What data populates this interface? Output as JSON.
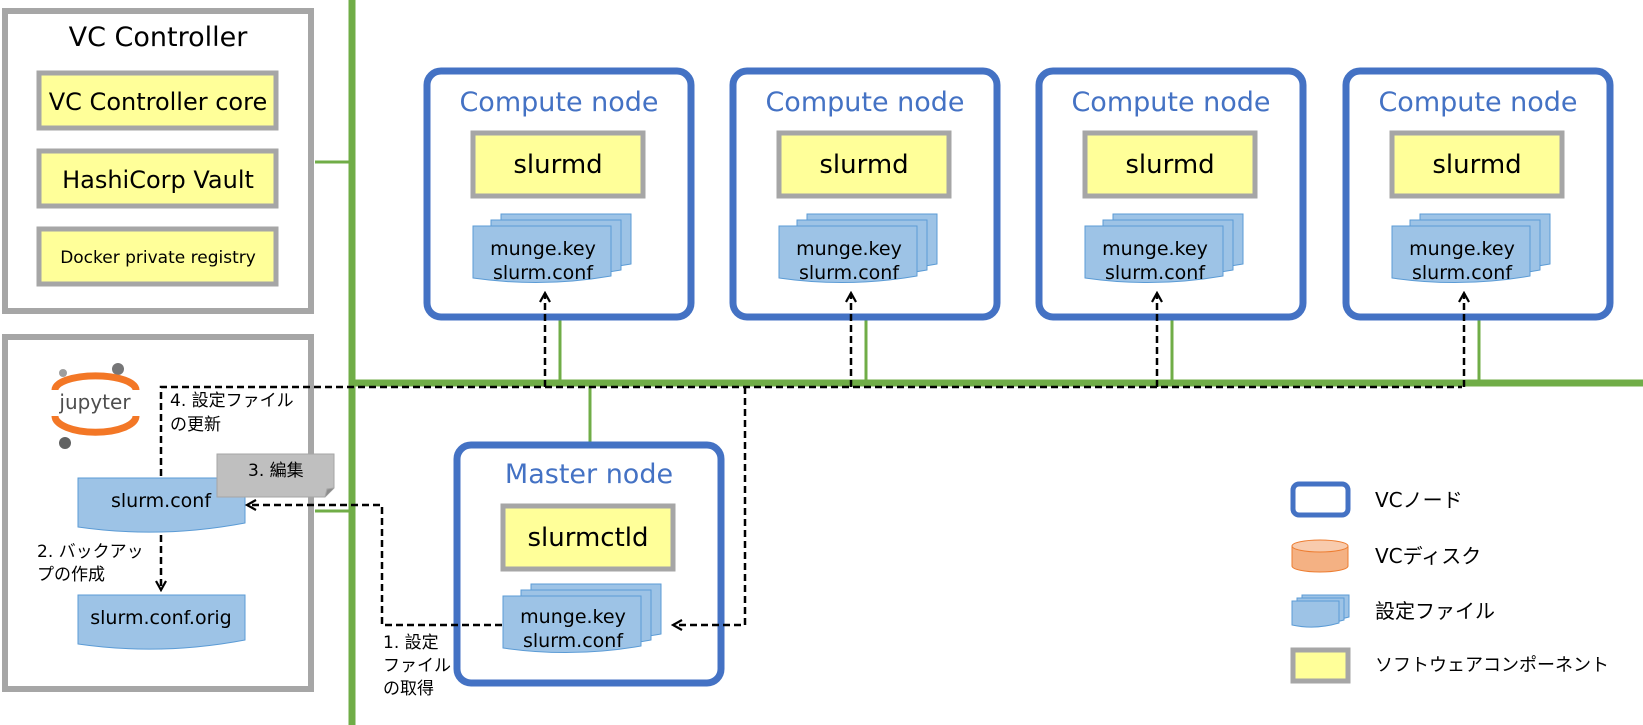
{
  "vc_controller": {
    "title": "VC Controller",
    "core": "VC Controller core",
    "vault": "HashiCorp Vault",
    "registry": "Docker private registry"
  },
  "jupyter": {
    "logo_text": "jupyter",
    "slurm_conf": "slurm.conf",
    "slurm_conf_orig": "slurm.conf.orig"
  },
  "compute_nodes": [
    {
      "title": "Compute node",
      "daemon": "slurmd",
      "file1": "munge.key",
      "file2": "slurm.conf"
    },
    {
      "title": "Compute node",
      "daemon": "slurmd",
      "file1": "munge.key",
      "file2": "slurm.conf"
    },
    {
      "title": "Compute node",
      "daemon": "slurmd",
      "file1": "munge.key",
      "file2": "slurm.conf"
    },
    {
      "title": "Compute node",
      "daemon": "slurmd",
      "file1": "munge.key",
      "file2": "slurm.conf"
    }
  ],
  "master_node": {
    "title": "Master node",
    "daemon": "slurmctld",
    "file1": "munge.key",
    "file2": "slurm.conf"
  },
  "steps": {
    "step1": [
      "1. 設定",
      "ファイル",
      "の取得"
    ],
    "step2": [
      "2. バックアッ",
      "プの作成"
    ],
    "step3": "3. 編集",
    "step4": [
      "4. 設定ファイル",
      "の更新"
    ]
  },
  "legend": {
    "vc_node": "VCノード",
    "vc_disk": "VCディスク",
    "config_file": "設定ファイル",
    "software_component": "ソフトウェアコンポーネント"
  },
  "colors": {
    "node_border": "#4472C4",
    "node_title": "#4472C4",
    "network": "#70AD47",
    "component_fill": "#FFFF99",
    "component_border": "#A6A6A6",
    "file_fill": "#9DC3E6",
    "disk_fill": "#F4B183",
    "panel_border": "#A6A6A6",
    "jupyter_orange": "#F37726"
  }
}
